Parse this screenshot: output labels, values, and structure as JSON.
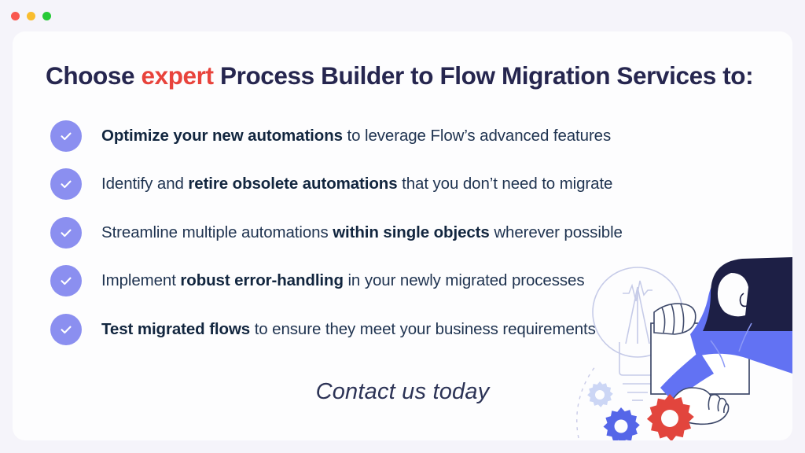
{
  "window": {
    "traffic_lights": [
      {
        "name": "close",
        "color": "#f9574f"
      },
      {
        "name": "minimize",
        "color": "#f9bd2e"
      },
      {
        "name": "maximize",
        "color": "#27ca37"
      }
    ]
  },
  "card": {
    "heading": {
      "part1": "Choose ",
      "accent": "expert",
      "part2": " Process Builder to Flow Migration Services to:"
    },
    "bullets": [
      {
        "icon": "check-icon",
        "lead_bold": "Optimize your new automations",
        "rest": " to leverage Flow’s advanced features"
      },
      {
        "icon": "check-icon",
        "pre": "Identify and ",
        "bold": "retire obsolete automations",
        "post": " that you don’t need to migrate"
      },
      {
        "icon": "check-icon",
        "pre": "Streamline multiple automations ",
        "bold": "within single objects",
        "post": " wherever possible"
      },
      {
        "icon": "check-icon",
        "pre": "Implement ",
        "bold": "robust error-handling",
        "post": " in your newly migrated processes"
      },
      {
        "icon": "check-icon",
        "lead_bold": "Test migrated flows",
        "rest": " to ensure they meet your business requirements"
      }
    ],
    "cta": "Contact us today"
  },
  "colors": {
    "background": "#f5f4fa",
    "card": "#fdfdfe",
    "heading": "#26264f",
    "accent_red": "#e8433c",
    "body_text": "#1f3350",
    "check_circle": "#8b8ff0",
    "gear_red": "#e2453d",
    "gear_blue": "#5566e8",
    "gear_pale": "#ccd6f5",
    "person_shirt": "#6272f3",
    "person_hair": "#1d1f45"
  },
  "illustration": {
    "name": "person-with-gears-and-lightbulb",
    "elements": [
      "lightbulb-outline",
      "gear-pale-icon",
      "gear-blue-icon",
      "gear-red-icon",
      "person-figure",
      "panel-board"
    ]
  }
}
